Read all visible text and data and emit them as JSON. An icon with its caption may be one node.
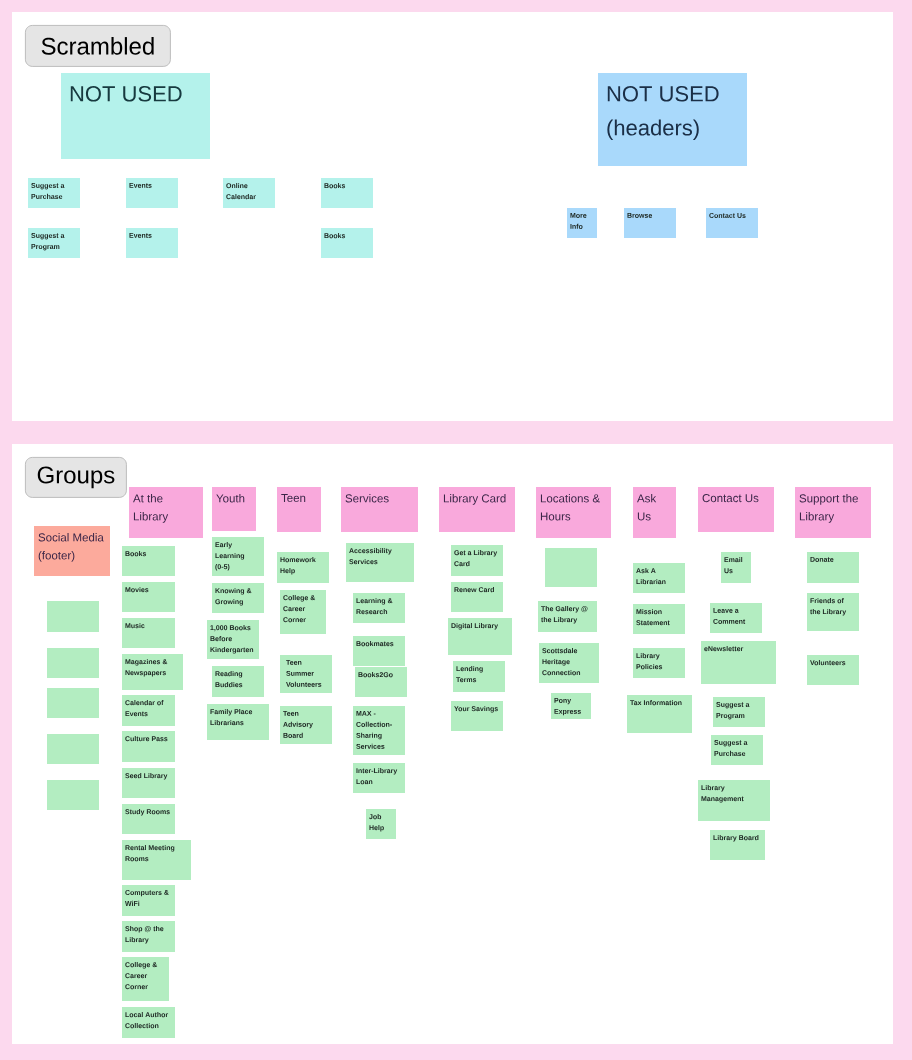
{
  "diagram": {
    "nodes": [
      {
        "text": [
          "Scrambled"
        ]
      },
      {
        "text": [
          "NOT USED"
        ],
        "in": 0
      },
      {
        "text": [
          "NOT USED (headers)"
        ],
        "in": 0
      },
      {
        "text": [
          "Suggest a Purchase"
        ],
        "in": 0
      },
      {
        "text": [
          "Events"
        ],
        "in": 0
      },
      {
        "text": [
          "Online Calendar"
        ],
        "in": 0
      },
      {
        "text": [
          "Books"
        ],
        "in": 0
      },
      {
        "text": [
          "Suggest a Program"
        ],
        "in": 0
      },
      {
        "text": [
          "Events"
        ],
        "in": 0
      },
      {
        "text": [
          "Books"
        ],
        "in": 0
      },
      {
        "text": [
          "More Info"
        ],
        "in": 0
      },
      {
        "text": [
          "Browse"
        ],
        "in": 0
      },
      {
        "text": [
          "Contact Us"
        ],
        "in": 0
      },
      {
        "text": [
          "Groups"
        ]
      },
      {
        "text": [
          "Social Media (footer)"
        ],
        "in": 13
      },
      {
        "text": [],
        "shape": "box",
        "in": 13
      },
      {
        "text": [],
        "shape": "box",
        "in": 13
      },
      {
        "text": [],
        "shape": "box",
        "in": 13
      },
      {
        "text": [],
        "shape": "box",
        "in": 13
      },
      {
        "text": [],
        "shape": "box",
        "in": 13
      },
      {
        "text": [
          "At the Library"
        ],
        "in": 13
      },
      {
        "text": [
          "Books"
        ],
        "in": 13
      },
      {
        "text": [
          "Movies"
        ],
        "in": 13
      },
      {
        "text": [
          "Music"
        ],
        "in": 13
      },
      {
        "text": [
          "Magazines & Newspapers"
        ],
        "in": 13
      },
      {
        "text": [
          "Calendar of Events"
        ],
        "in": 13
      },
      {
        "text": [
          "Culture Pass"
        ],
        "in": 13
      },
      {
        "text": [
          "Seed Library"
        ],
        "in": 13
      },
      {
        "text": [
          "Study Rooms"
        ],
        "in": 13
      },
      {
        "text": [
          "Rental Meeting Rooms"
        ],
        "in": 13
      },
      {
        "text": [
          "Computers & WiFi"
        ],
        "in": 13
      },
      {
        "text": [
          "Shop @ the Library"
        ],
        "in": 13
      },
      {
        "text": [
          "College & Career Corner"
        ],
        "in": 13
      },
      {
        "text": [
          "Local Author Collection"
        ],
        "in": 13
      },
      {
        "text": [
          "Youth"
        ],
        "in": 13
      },
      {
        "text": [
          "Early Learning (0-5)"
        ],
        "in": 13
      },
      {
        "text": [
          "Knowing & Growing"
        ],
        "in": 13
      },
      {
        "text": [
          "1,000 Books Before Kindergarten"
        ],
        "in": 13
      },
      {
        "text": [
          "Reading Buddies"
        ],
        "in": 13
      },
      {
        "text": [
          "Family Place Librarians"
        ],
        "in": 13
      },
      {
        "text": [
          "Teen"
        ],
        "in": 13
      },
      {
        "text": [
          "Homework Help"
        ],
        "in": 13
      },
      {
        "text": [
          "College & Career Corner"
        ],
        "in": 13
      },
      {
        "text": [
          "Teen Summer Volunteers"
        ],
        "in": 13
      },
      {
        "text": [
          "Teen Advisory Board"
        ],
        "in": 13
      },
      {
        "text": [
          "Services"
        ],
        "in": 13
      },
      {
        "text": [
          "Accessibility Services"
        ],
        "in": 13
      },
      {
        "text": [
          "Learning & Research"
        ],
        "in": 13
      },
      {
        "text": [
          "Bookmates"
        ],
        "in": 13
      },
      {
        "text": [
          "Books2Go"
        ],
        "in": 13
      },
      {
        "text": [
          "MAX - Collection-Sharing Services"
        ],
        "in": 13
      },
      {
        "text": [
          "Inter-Library Loan"
        ],
        "in": 13
      },
      {
        "text": [
          "Job Help"
        ],
        "in": 13
      },
      {
        "text": [
          "Library Card"
        ],
        "in": 13
      },
      {
        "text": [
          "Get a Library Card"
        ],
        "in": 13
      },
      {
        "text": [
          "Renew Card"
        ],
        "in": 13
      },
      {
        "text": [
          "Digital Library"
        ],
        "in": 13
      },
      {
        "text": [
          "Lending Terms"
        ],
        "in": 13
      },
      {
        "text": [
          "Your Savings"
        ],
        "in": 13
      },
      {
        "text": [
          "Locations & Hours"
        ],
        "in": 13
      },
      {
        "text": [],
        "shape": "box",
        "in": 13
      },
      {
        "text": [
          "The Gallery @ the Library"
        ],
        "in": 13
      },
      {
        "text": [
          "Scottsdale Heritage Connection"
        ],
        "in": 13
      },
      {
        "text": [
          "Pony Express"
        ],
        "in": 13
      },
      {
        "text": [
          "Ask Us"
        ],
        "in": 13
      },
      {
        "text": [
          "Ask A Librarian"
        ],
        "in": 13
      },
      {
        "text": [
          "Mission Statement"
        ],
        "in": 13
      },
      {
        "text": [
          "Library Policies"
        ],
        "in": 13
      },
      {
        "text": [
          "Tax Information"
        ],
        "in": 13
      },
      {
        "text": [
          "Contact Us"
        ],
        "in": 13
      },
      {
        "text": [
          "Email Us"
        ],
        "in": 13
      },
      {
        "text": [
          "Leave a Comment"
        ],
        "in": 13
      },
      {
        "text": [
          "eNewsletter"
        ],
        "in": 13
      },
      {
        "text": [
          "Suggest a Program"
        ],
        "in": 13
      },
      {
        "text": [
          "Suggest a Purchase"
        ],
        "in": 13
      },
      {
        "text": [
          "Library Management"
        ],
        "in": 13
      },
      {
        "text": [
          "Library Board"
        ],
        "in": 13
      },
      {
        "text": [
          "Support the Library"
        ],
        "in": 13
      },
      {
        "text": [
          "Donate"
        ],
        "in": 13
      },
      {
        "text": [
          "Friends of the Library"
        ],
        "in": 13
      },
      {
        "text": [
          "Volunteers"
        ],
        "in": 13
      }
    ]
  }
}
